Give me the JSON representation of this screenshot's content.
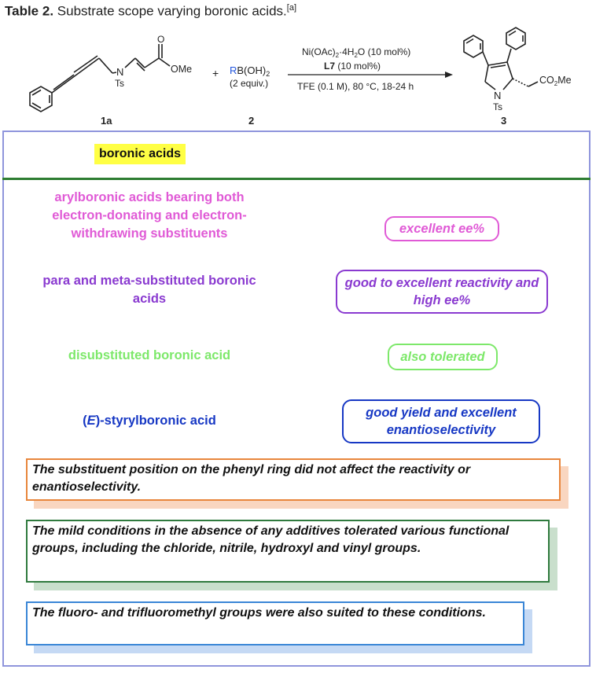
{
  "title": {
    "label": "Table 2.",
    "text": " Substrate scope varying boronic acids.",
    "sup": "[a]"
  },
  "scheme": {
    "ome": "OMe",
    "o": "O",
    "n": "N",
    "ts": "Ts",
    "plus": "+",
    "reagent_r": "R",
    "reagent_rest": "B(OH)",
    "reagent_sub": "2",
    "equiv": "(2 equiv.)",
    "cond1_a": "Ni(OAc)",
    "cond1_b": "2",
    "cond1_c": "·4H",
    "cond1_d": "2",
    "cond1_e": "O (10 mol%)",
    "cond2_bold": "L7",
    "cond2_rest": " (10 mol%)",
    "cond3": "TFE (0.1 M), 80 °C, 18-24 h",
    "co2me": "CO",
    "co2me_sub": "2",
    "co2me_end": "Me",
    "label_1a": "1a",
    "label_2": "2",
    "label_3": "3"
  },
  "panel": {
    "header": "boronic acids",
    "rows": [
      {
        "left": "arylboronic acids bearing both electron-donating and electron-withdrawing substituents",
        "right": "excellent ee%",
        "color": "#e05ad6"
      },
      {
        "left": "para and meta-substituted boronic acids",
        "right": "good to excellent reactivity and high ee%",
        "color": "#8a3ad0"
      },
      {
        "left": "disubstituted boronic acid",
        "right": "also tolerated",
        "color": "#7de86a"
      },
      {
        "left_prefix": "(",
        "left_e": "E",
        "left": ")-styrylboronic acid",
        "right": "good yield and excellent enantioselectivity",
        "color": "#1738c4"
      }
    ],
    "notes": [
      {
        "text": "The substituent position on the phenyl ring did not affect the reactivity or enantioselectivity.",
        "border": "#e8863c",
        "shadow": "#f9d6c0"
      },
      {
        "text": "The mild conditions in the absence of any additives tolerated various functional groups, including the chloride, nitrile, hydroxyl and vinyl groups.",
        "border": "#2f7a3e",
        "shadow": "#c9dfcc"
      },
      {
        "text": "The fluoro- and trifluoromethyl groups were also suited to these conditions.",
        "border": "#3a86d6",
        "shadow": "#c5d9f4"
      }
    ]
  }
}
